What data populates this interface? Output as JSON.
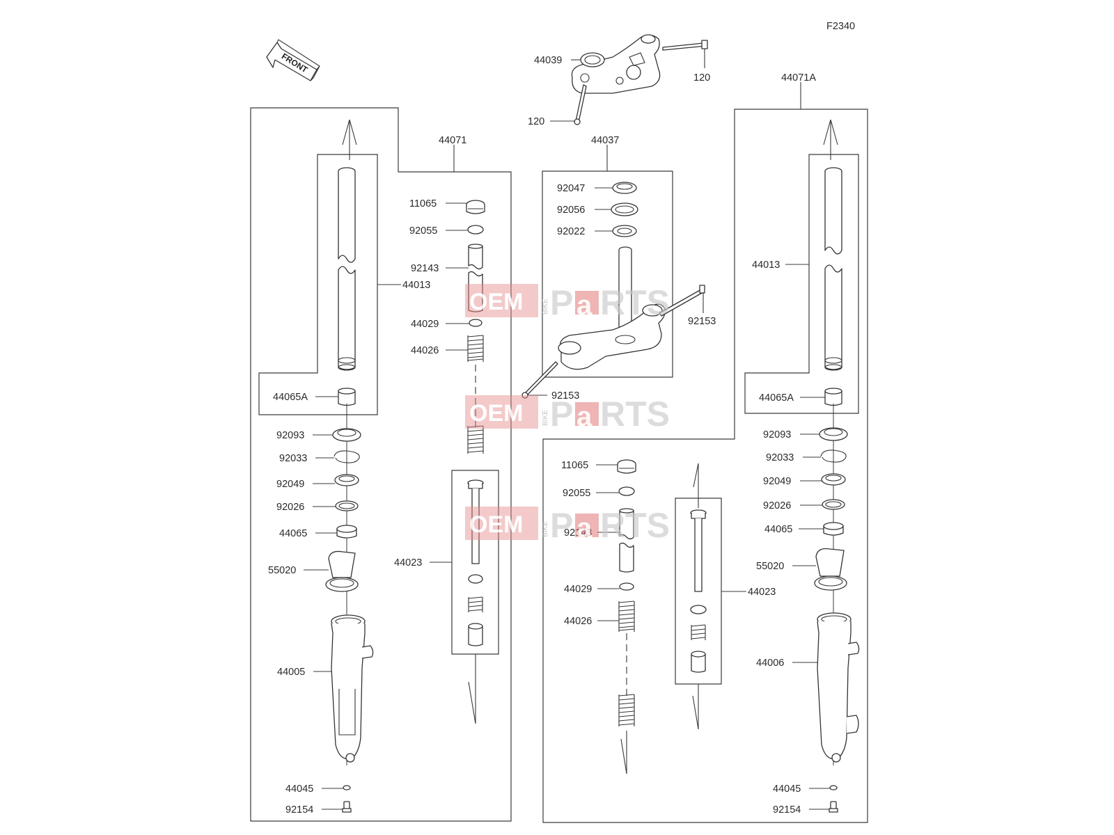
{
  "diagram_code": "F2340",
  "front_label": "FRONT",
  "watermark": {
    "oem": "OEM",
    "bike": "BIKE",
    "p": "P",
    "a": "a",
    "rts": "RTS"
  },
  "labels": {
    "upper_clamp": "44039",
    "upper_bolt": "120",
    "upper_bolt2": "120",
    "left_fork_assy": "44071",
    "right_fork_assy": "44071A",
    "stem_assy": "44037",
    "stem_92047": "92047",
    "stem_92056": "92056",
    "stem_92022": "92022",
    "stem_bolt_r": "92153",
    "stem_bolt_l": "92153",
    "l_11065": "11065",
    "l_92055": "92055",
    "l_92143": "92143",
    "l_44029": "44029",
    "l_44026": "44026",
    "l_44023": "44023",
    "l_44013": "44013",
    "l_44065A": "44065A",
    "l_92093": "92093",
    "l_92033": "92033",
    "l_92049": "92049",
    "l_92026": "92026",
    "l_44065": "44065",
    "l_55020": "55020",
    "l_44005": "44005",
    "l_44045": "44045",
    "l_92154": "92154",
    "r_11065": "11065",
    "r_92055": "92055",
    "r_92143": "92143",
    "r_44029": "44029",
    "r_44026": "44026",
    "r_44023": "44023",
    "r_44013": "44013",
    "r_44065A": "44065A",
    "r_92093": "92093",
    "r_92033": "92033",
    "r_92049": "92049",
    "r_92026": "92026",
    "r_44065": "44065",
    "r_55020": "55020",
    "r_44006": "44006",
    "r_44045": "44045",
    "r_92154": "92154"
  }
}
